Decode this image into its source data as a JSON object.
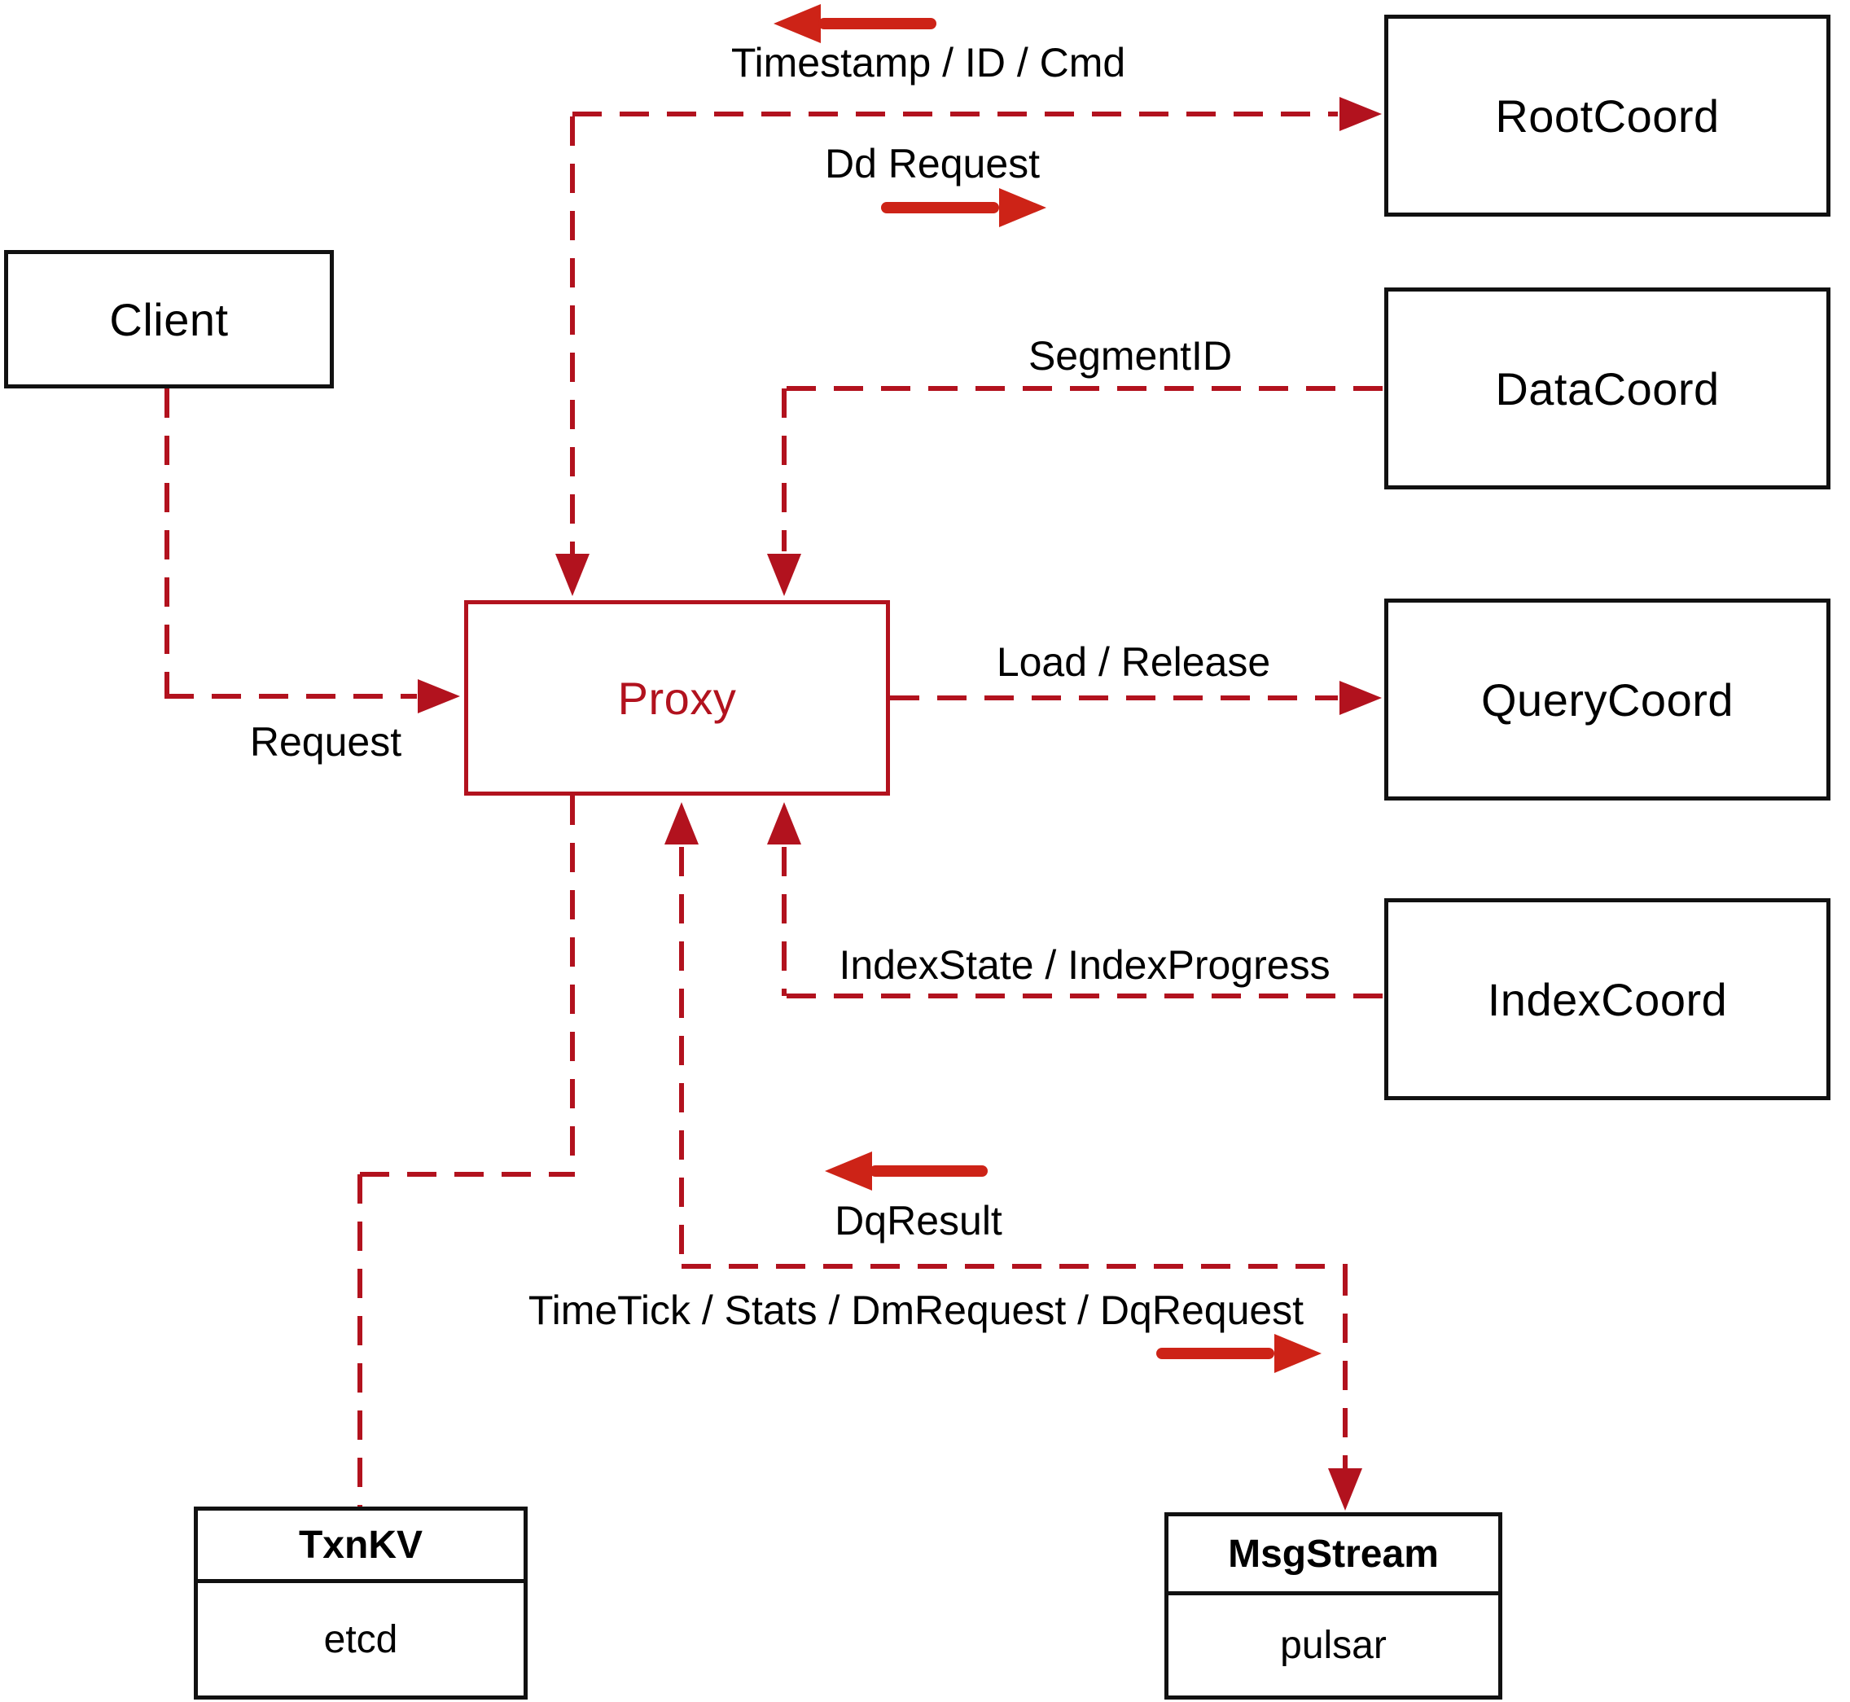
{
  "nodes": {
    "client": {
      "label": "Client"
    },
    "root_coord": {
      "label": "RootCoord"
    },
    "data_coord": {
      "label": "DataCoord"
    },
    "query_coord": {
      "label": "QueryCoord"
    },
    "index_coord": {
      "label": "IndexCoord"
    },
    "proxy": {
      "label": "Proxy"
    },
    "txn_kv": {
      "title": "TxnKV",
      "impl": "etcd"
    },
    "msg_stream": {
      "title": "MsgStream",
      "impl": "pulsar"
    }
  },
  "edges": {
    "request": "Request",
    "timestamp_id_cmd": "Timestamp / ID / Cmd",
    "dd_request": "Dd Request",
    "segment_id": "SegmentID",
    "load_release": "Load / Release",
    "index_state_progress": "IndexState / IndexProgress",
    "dq_result": "DqResult",
    "timetick_stats": "TimeTick / Stats / DmRequest / DqRequest"
  },
  "colors": {
    "line": "#b2121e",
    "arrow": "#cd2317",
    "box_border": "#111111",
    "text": "#000000"
  }
}
